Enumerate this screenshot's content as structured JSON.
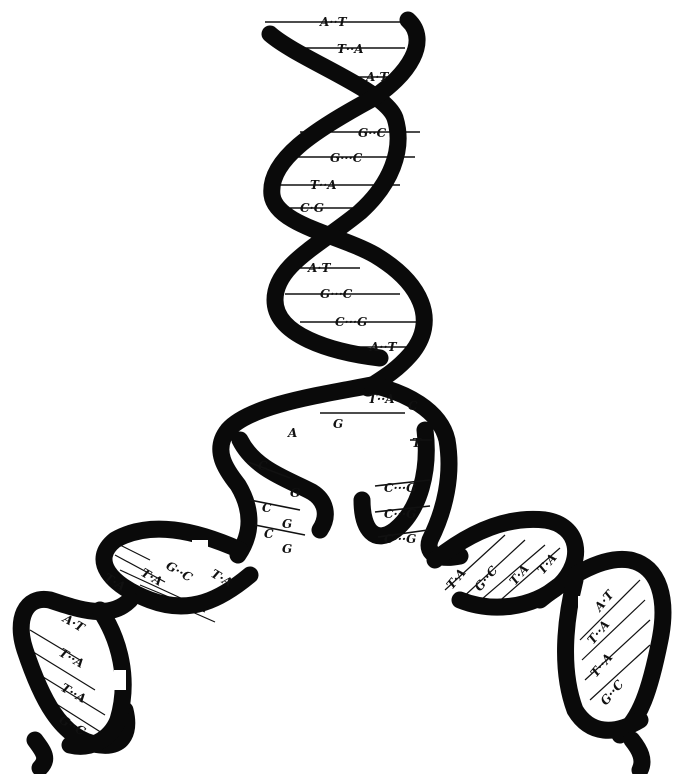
{
  "parent_helix": {
    "pairs": [
      "A··T",
      "T··A",
      "A·T",
      "G··C",
      "G···C",
      "T··A",
      "C·G",
      "A·T",
      "G···C",
      "C···G",
      "A··T",
      "T··A"
    ]
  },
  "replication_fork": {
    "unpaired_left": [
      "A",
      "G"
    ],
    "unpaired_right": [
      "C",
      "T"
    ],
    "left_inner": [
      "C",
      "G",
      "C",
      "G",
      "C",
      "G"
    ],
    "right_inner": [
      "C···G",
      "C···G",
      "C···G"
    ]
  },
  "left_daughter": {
    "pairs": [
      "T·A",
      "T·A",
      "G··C",
      "T·A",
      "A·T",
      "T··A",
      "T··A",
      "G··C"
    ]
  },
  "right_daughter": {
    "pairs": [
      "T·A",
      "G··C",
      "T·A",
      "T·A",
      "A·T",
      "T··A",
      "T··A",
      "G··C"
    ]
  }
}
